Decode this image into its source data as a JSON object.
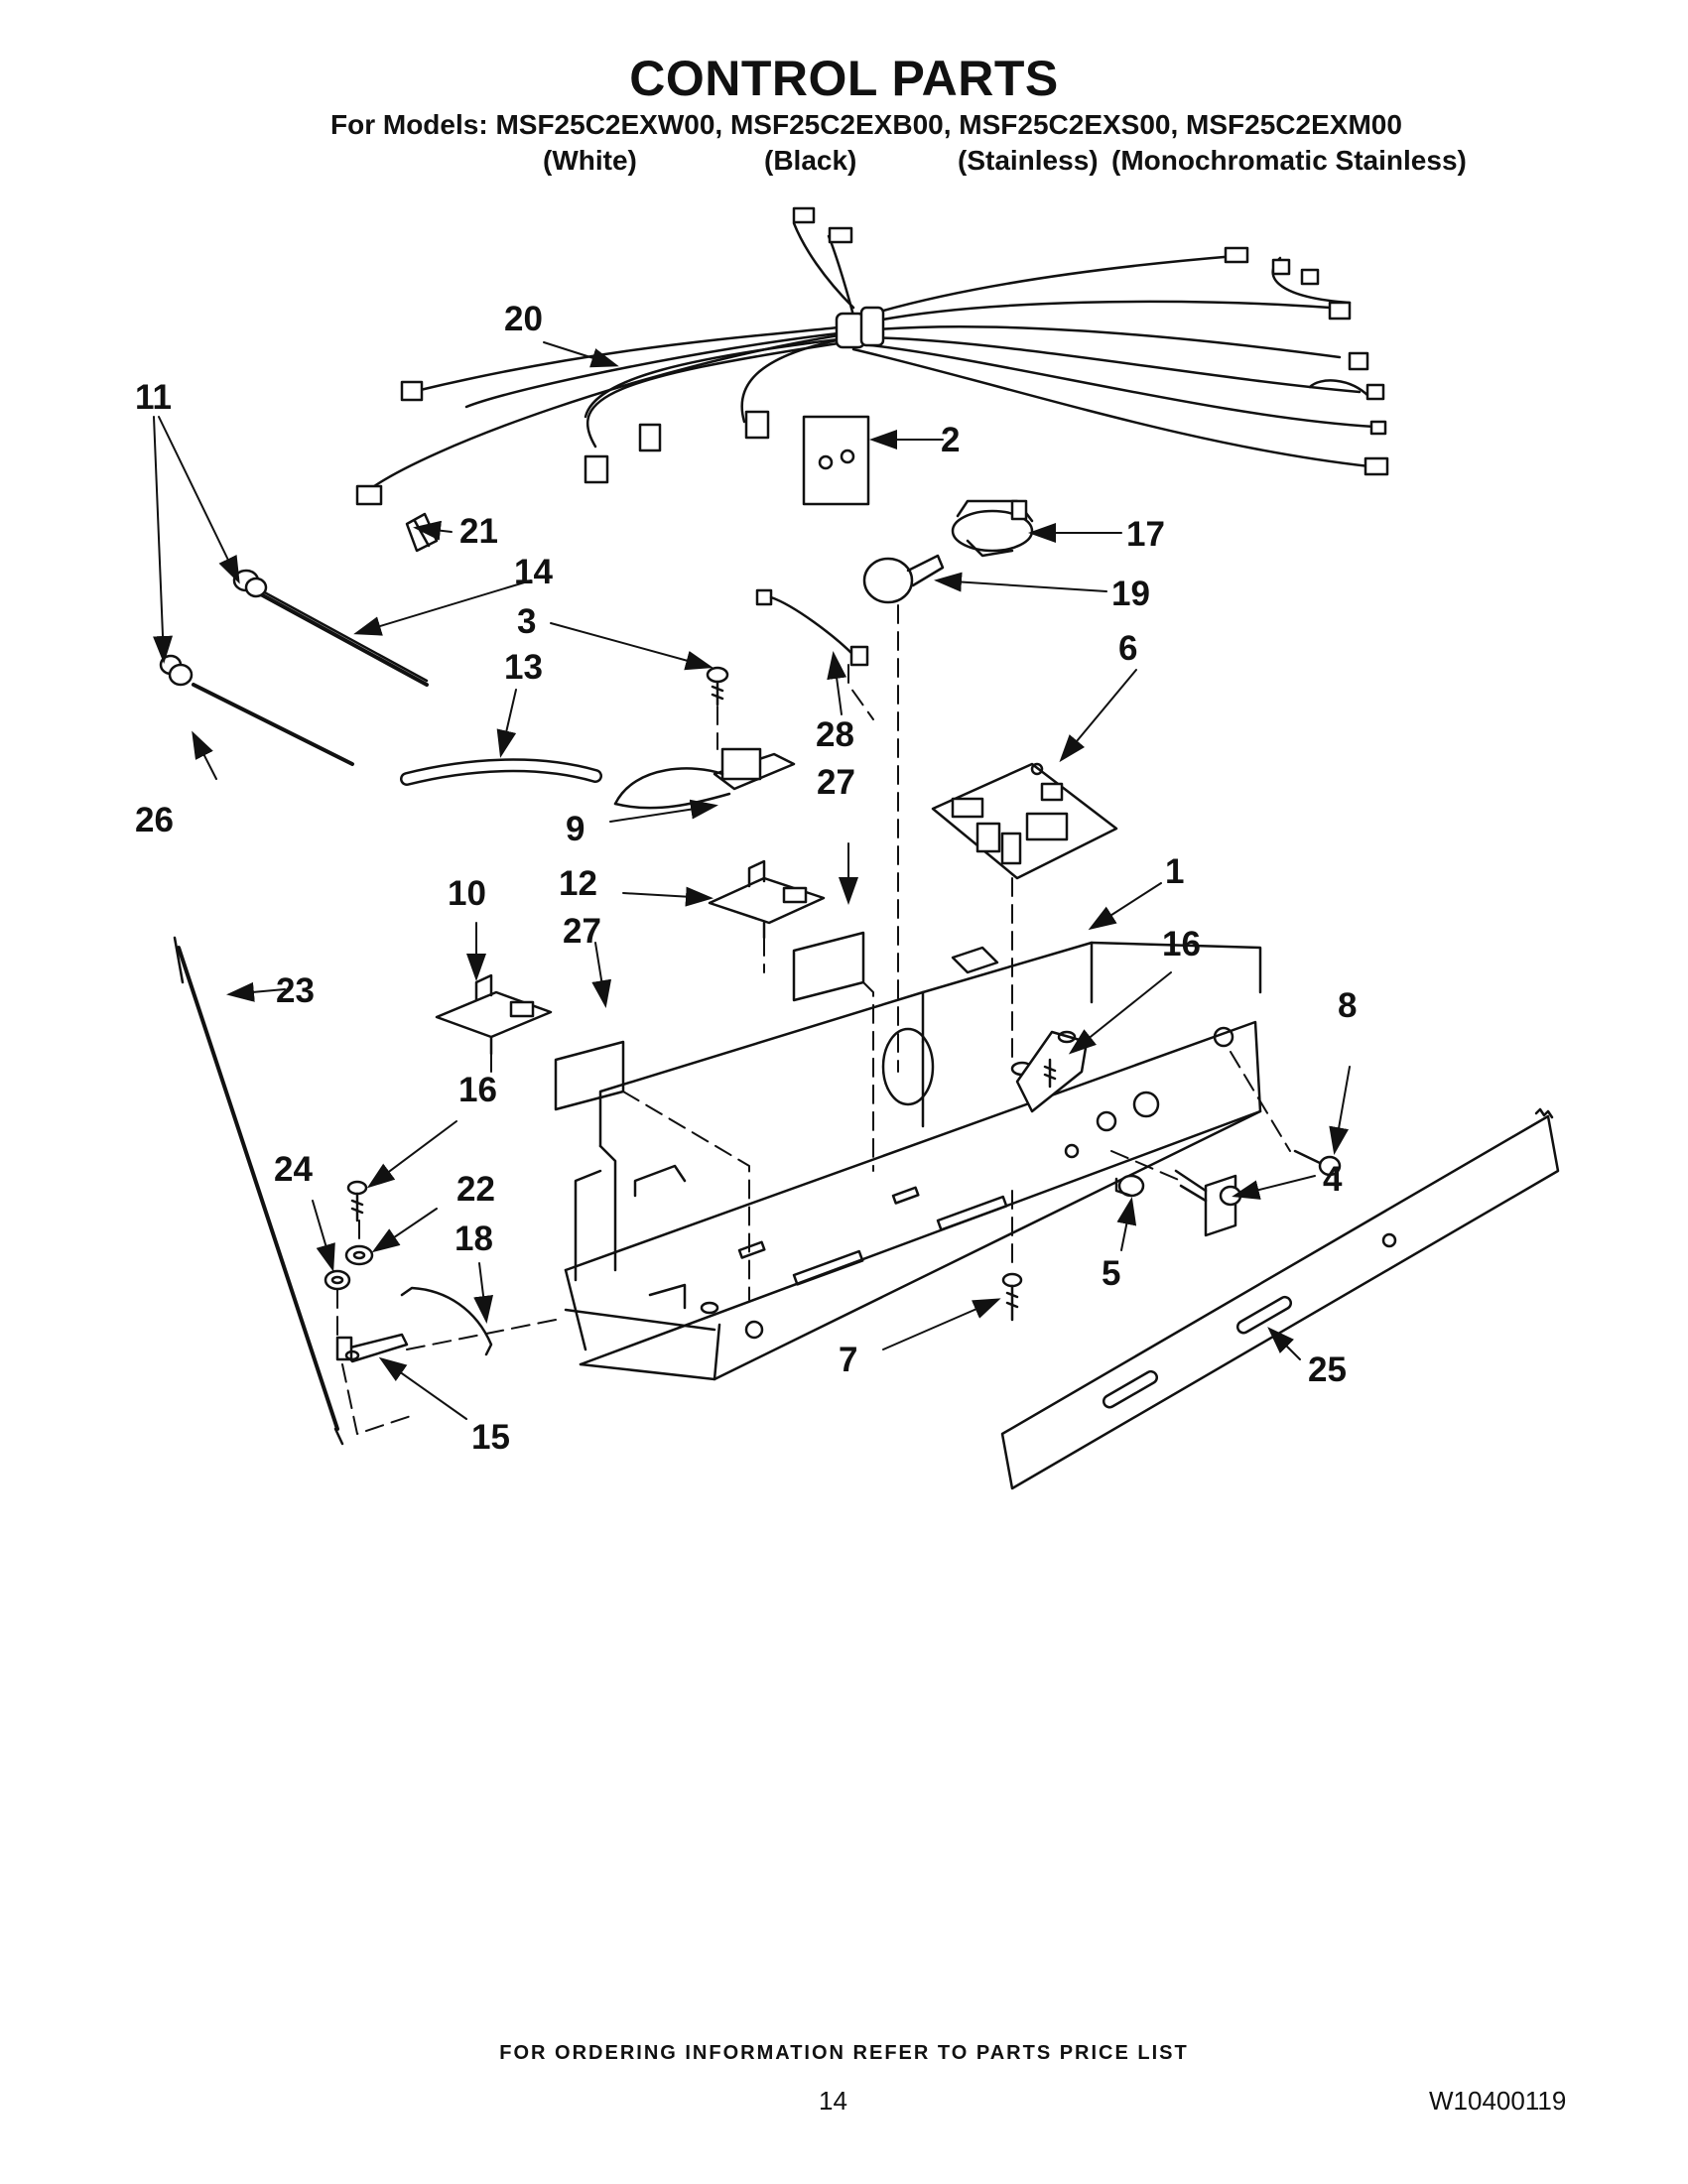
{
  "header": {
    "title": "CONTROL PARTS",
    "models_line": "For Models: MSF25C2EXW00, MSF25C2EXB00, MSF25C2EXS00, MSF25C2EXM00",
    "variants": [
      "(White)",
      "(Black)",
      "(Stainless)",
      "(Monochromatic Stainless)"
    ]
  },
  "callouts": [
    {
      "id": "c1",
      "text": "1"
    },
    {
      "id": "c2",
      "text": "2"
    },
    {
      "id": "c3",
      "text": "3"
    },
    {
      "id": "c4",
      "text": "4"
    },
    {
      "id": "c5",
      "text": "5"
    },
    {
      "id": "c6",
      "text": "6"
    },
    {
      "id": "c7",
      "text": "7"
    },
    {
      "id": "c8",
      "text": "8"
    },
    {
      "id": "c9",
      "text": "9"
    },
    {
      "id": "c10",
      "text": "10"
    },
    {
      "id": "c11",
      "text": "11"
    },
    {
      "id": "c12",
      "text": "12"
    },
    {
      "id": "c13",
      "text": "13"
    },
    {
      "id": "c14",
      "text": "14"
    },
    {
      "id": "c15",
      "text": "15"
    },
    {
      "id": "c16a",
      "text": "16"
    },
    {
      "id": "c16b",
      "text": "16"
    },
    {
      "id": "c17",
      "text": "17"
    },
    {
      "id": "c18",
      "text": "18"
    },
    {
      "id": "c19",
      "text": "19"
    },
    {
      "id": "c20",
      "text": "20"
    },
    {
      "id": "c21",
      "text": "21"
    },
    {
      "id": "c22",
      "text": "22"
    },
    {
      "id": "c23",
      "text": "23"
    },
    {
      "id": "c24",
      "text": "24"
    },
    {
      "id": "c25",
      "text": "25"
    },
    {
      "id": "c26",
      "text": "26"
    },
    {
      "id": "c27a",
      "text": "27"
    },
    {
      "id": "c27b",
      "text": "27"
    },
    {
      "id": "c28",
      "text": "28"
    }
  ],
  "footer": {
    "note": "FOR ORDERING INFORMATION REFER TO PARTS PRICE LIST",
    "page_number": "14",
    "document_id": "W10400119"
  }
}
